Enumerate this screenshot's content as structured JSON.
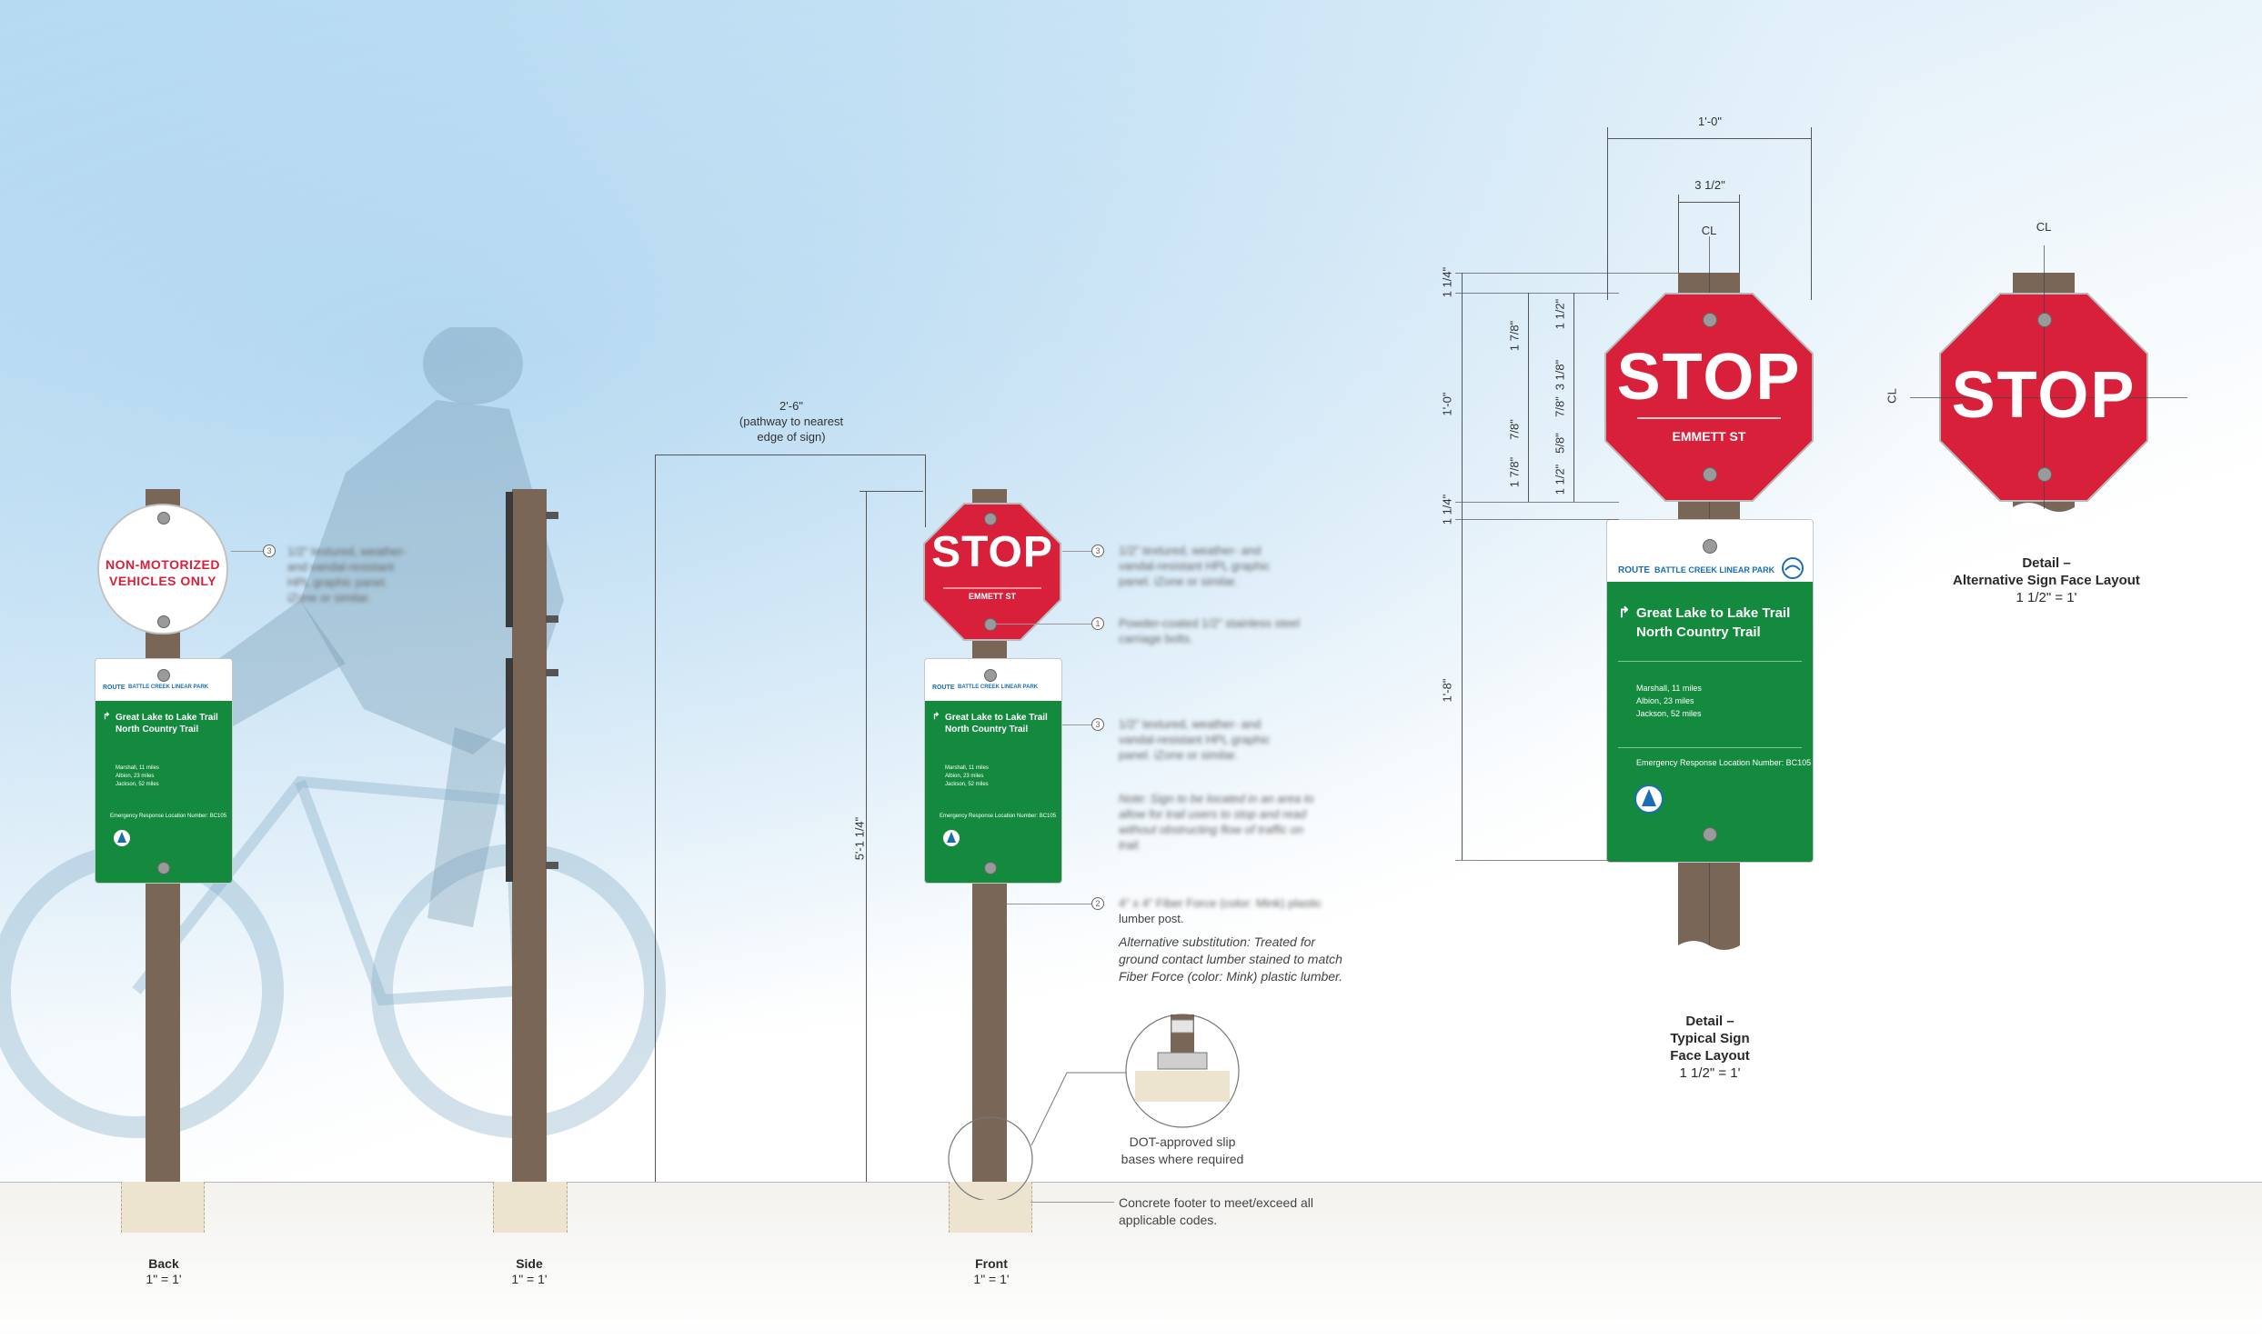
{
  "views": {
    "back": {
      "name": "Back",
      "scale": "1\" = 1'"
    },
    "side": {
      "name": "Side",
      "scale": "1\" = 1'"
    },
    "front": {
      "name": "Front",
      "scale": "1\" = 1'"
    },
    "typical": {
      "name_line1": "Detail –",
      "name_line2": "Typical Sign",
      "name_line3": "Face Layout",
      "scale": "1 1/2\" = 1'"
    },
    "alternative": {
      "name_line1": "Detail –",
      "name_line2": "Alternative Sign Face Layout",
      "scale": "1 1/2\" = 1'"
    }
  },
  "signs": {
    "circle_line1": "NON-MOTORIZED",
    "circle_line2": "VEHICLES ONLY",
    "stop": "STOP",
    "street": "EMMETT ST",
    "route_label": "ROUTE",
    "park_name": "BATTLE CREEK LINEAR PARK",
    "trail_line1": "Great Lake to Lake Trail",
    "trail_line2": "North Country Trail",
    "dest1": "Marshall, 11 miles",
    "dest2": "Albion, 23 miles",
    "dest3": "Jackson, 52 miles",
    "emergency": "Emergency Response Location Number: BC105",
    "arrow": "↱"
  },
  "notes": {
    "callout3_back": "1/2\" textured, weather- and vandal-resistant HPL graphic panel. iZone or similar.",
    "callout3_front_a": "1/2\" textured, weather- and vandal-resistant HPL graphic panel. iZone or similar.",
    "callout1": "Powder-coated 1/2\" stainless steel carriage bolts.",
    "callout3_front_b": "1/2\" textured, weather- and vandal-resistant HPL graphic panel. iZone or similar.",
    "note_location": "Note: Sign to be located in an area to allow for trail users to stop and read without obstructing flow of traffic on trail.",
    "callout2_line1": "4\" x 4\" Fiber Force (color: Mink) plastic",
    "callout2_line2": "lumber post.",
    "alt_line1": "Alternative substitution: Treated for",
    "alt_line2": "ground contact lumber stained to match",
    "alt_line3": "Fiber Force (color: Mink) plastic lumber.",
    "slip_line1": "DOT-approved slip",
    "slip_line2": "bases where required",
    "footer_line1": "Concrete footer to meet/exceed all",
    "footer_line2": "applicable codes.",
    "num1": "1",
    "num2": "2",
    "num3": "3"
  },
  "dimensions": {
    "pathway_line1": "2'-6\"",
    "pathway_line2": "(pathway to nearest",
    "pathway_line3": "edge of sign)",
    "height": "5'-1 1/4\"",
    "width_total": "1'-0\"",
    "width_half": "3 1/2\"",
    "cl": "CL",
    "d_1_1_4": "1 1/4\"",
    "d_1_0": "1'-0\"",
    "d_1_8": "1'-8\"",
    "d_1_7_8": "1 7/8\"",
    "d_1_1_2": "1 1/2\"",
    "d_3_1_8": "3 1/8\"",
    "d_7_8": "7/8\"",
    "d_5_8": "5/8\""
  },
  "colors": {
    "stop_red": "#d8203b",
    "trail_green": "#148a3e",
    "post_mink": "#7a6656",
    "route_blue": "#1a6db4"
  }
}
